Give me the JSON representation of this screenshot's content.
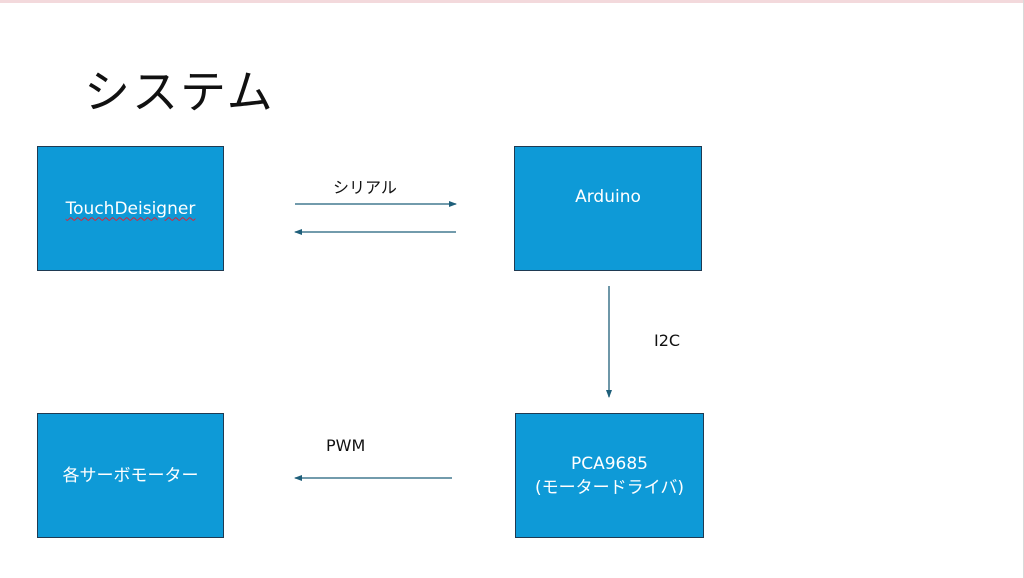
{
  "slide": {
    "title": "システム"
  },
  "nodes": {
    "touchdesigner": "TouchDeisigner",
    "arduino": "Arduino",
    "pca9685_line1": "PCA9685",
    "pca9685_line2": "(モータードライバ)",
    "servos": "各サーボモーター"
  },
  "edges": {
    "serial": "シリアル",
    "i2c": "I2C",
    "pwm": "PWM"
  },
  "colors": {
    "box_fill": "#0e9ad7",
    "box_border": "#1f3a52",
    "arrow": "#1f5f7a"
  }
}
